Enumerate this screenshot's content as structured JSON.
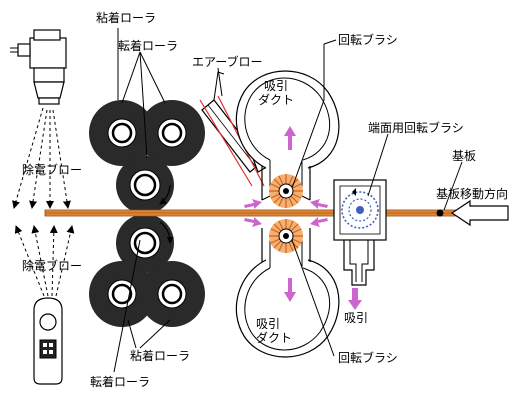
{
  "labels": {
    "jozen_blow_top": "除電ブロー",
    "jozen_blow_bottom": "除電ブロー",
    "nenchaku_roller_top": "粘着ローラ",
    "tenchaku_roller_top": "転着ローラ",
    "air_blow": "エアーブロー",
    "suction_duct_top_1": "吸引",
    "suction_duct_top_2": "ダクト",
    "rotary_brush_top": "回転ブラシ",
    "edge_rotary_brush": "端面用回転ブラシ",
    "substrate": "基板",
    "substrate_direction": "基板移動方向",
    "suction": "吸引",
    "suction_duct_bottom_1": "吸引",
    "suction_duct_bottom_2": "ダクト",
    "rotary_brush_bottom": "回転ブラシ",
    "nenchaku_roller_bottom": "粘着ローラ",
    "tenchaku_roller_bottom": "転着ローラ"
  },
  "colors": {
    "substrate": "#d07a2a",
    "brush": "#e07a30",
    "air_arrow": "#cc66cc",
    "red_jet": "#e03030",
    "edge_brush": "#4060c0",
    "roller_dark": "#2a2a2a"
  }
}
